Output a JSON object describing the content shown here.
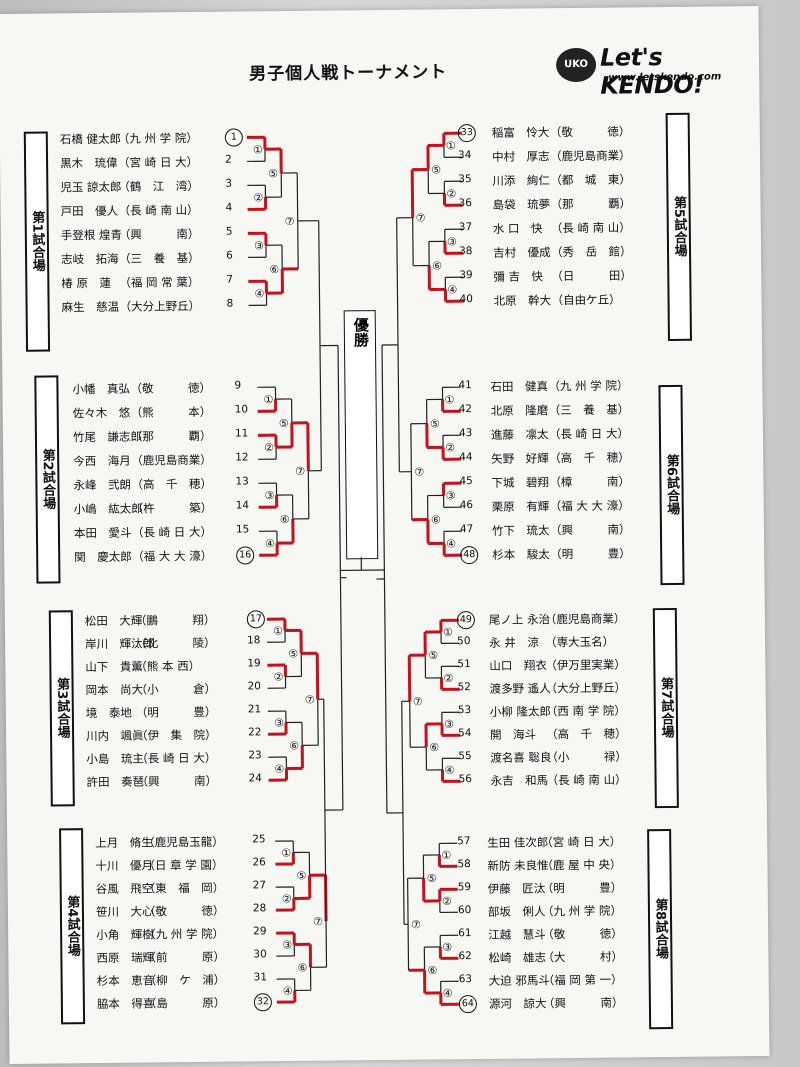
{
  "title": "男子個人戦トーナメント",
  "logo": {
    "badge": "UKO",
    "main": "Let's KENDO!",
    "url": "www.letskendo.com"
  },
  "champion_label": "優勝",
  "courts": [
    {
      "label": "第1試合場"
    },
    {
      "label": "第2試合場"
    },
    {
      "label": "第3試合場"
    },
    {
      "label": "第4試合場"
    },
    {
      "label": "第5試合場"
    },
    {
      "label": "第6試合場"
    },
    {
      "label": "第7試合場"
    },
    {
      "label": "第8試合場"
    }
  ],
  "left_players": [
    {
      "seed": "1",
      "name": "石橋 健太郎",
      "school": "（九 州 学 院）",
      "circled": true
    },
    {
      "seed": "2",
      "name": "黒木　琉偉",
      "school": "（宮 崎 日 大）"
    },
    {
      "seed": "3",
      "name": "児玉 諒太郎",
      "school": "（鶴　江　湾）"
    },
    {
      "seed": "4",
      "name": "戸田　優人",
      "school": "（長 崎 南 山）"
    },
    {
      "seed": "5",
      "name": "手登根 煌青",
      "school": "（興　　　南）"
    },
    {
      "seed": "6",
      "name": "志岐　拓海",
      "school": "（三　養　基）"
    },
    {
      "seed": "7",
      "name": "椿 原　蓮",
      "school": "（福 岡 常 葉）"
    },
    {
      "seed": "8",
      "name": "麻生　慈温",
      "school": "（大分上野丘）"
    },
    {
      "seed": "9",
      "name": "小幡　真弘",
      "school": "（敬　　　徳）"
    },
    {
      "seed": "10",
      "name": "佐々木　悠",
      "school": "（熊　　　本）"
    },
    {
      "seed": "11",
      "name": "竹尾　謙志郎",
      "school": "（那　　　覇）"
    },
    {
      "seed": "12",
      "name": "今西　海月",
      "school": "（鹿児島商業）"
    },
    {
      "seed": "13",
      "name": "永峰　弐朗",
      "school": "（高　千　穂）"
    },
    {
      "seed": "14",
      "name": "小嶋　紘太郎",
      "school": "（杵　　　築）"
    },
    {
      "seed": "15",
      "name": "本田　愛斗",
      "school": "（長 崎 日 大）"
    },
    {
      "seed": "16",
      "name": "関　慶太郎",
      "school": "（福 大 大 濠）",
      "circled": true
    },
    {
      "seed": "17",
      "name": "松田　大輝",
      "school": "（鵬　　　翔）",
      "circled": true
    },
    {
      "seed": "18",
      "name": "岸川　輝汰郎",
      "school": "（北　　　陵）"
    },
    {
      "seed": "19",
      "name": "山下　貴薫",
      "school": "（熊 本 西）"
    },
    {
      "seed": "20",
      "name": "岡本　尚大",
      "school": "（小　　　倉）"
    },
    {
      "seed": "21",
      "name": "境　泰地",
      "school": "（明　　　豊）"
    },
    {
      "seed": "22",
      "name": "川内　颯眞",
      "school": "（伊　集　院）"
    },
    {
      "seed": "23",
      "name": "小島　琉主",
      "school": "（長 崎 日 大）"
    },
    {
      "seed": "24",
      "name": "許田　奏琶",
      "school": "（興　　　南）"
    },
    {
      "seed": "25",
      "name": "上月　脩生",
      "school": "（鹿児島玉龍）"
    },
    {
      "seed": "26",
      "name": "十川　優月",
      "school": "（日 章 学 園）"
    },
    {
      "seed": "27",
      "name": "谷風　飛空",
      "school": "（東　福　岡）"
    },
    {
      "seed": "28",
      "name": "笹川　大心",
      "school": "（敬　　　徳）"
    },
    {
      "seed": "29",
      "name": "小角　輝樹",
      "school": "（九 州 学 院）"
    },
    {
      "seed": "30",
      "name": "西原　瑞輝",
      "school": "（前　　　原）"
    },
    {
      "seed": "31",
      "name": "杉本　恵音",
      "school": "（柳　ケ　浦）"
    },
    {
      "seed": "32",
      "name": "脇本　得喜",
      "school": "（島　　　原）",
      "circled": true
    }
  ],
  "right_players": [
    {
      "seed": "33",
      "name": "稲富　怜大",
      "school": "（敬　　　徳）",
      "circled": true
    },
    {
      "seed": "34",
      "name": "中村　厚志",
      "school": "（鹿児島商業）"
    },
    {
      "seed": "35",
      "name": "川添　絢仁",
      "school": "（都　城　東）"
    },
    {
      "seed": "36",
      "name": "島袋　琉夢",
      "school": "（那　　　覇）"
    },
    {
      "seed": "37",
      "name": "水 口　快",
      "school": "（長 崎 南 山）"
    },
    {
      "seed": "38",
      "name": "吉村　優成",
      "school": "（秀　岳　館）"
    },
    {
      "seed": "39",
      "name": "彌 吉　快",
      "school": "（日　　　田）"
    },
    {
      "seed": "40",
      "name": "北原　幹大",
      "school": "（自由ケ丘）"
    },
    {
      "seed": "41",
      "name": "石田　健真",
      "school": "（九 州 学 院）"
    },
    {
      "seed": "42",
      "name": "北原　隆磨",
      "school": "（三　養　基）"
    },
    {
      "seed": "43",
      "name": "進藤　凛太",
      "school": "（長 崎 日 大）"
    },
    {
      "seed": "44",
      "name": "矢野　好輝",
      "school": "（高　千　穂）"
    },
    {
      "seed": "45",
      "name": "下城　碧翔",
      "school": "（樟　　　南）"
    },
    {
      "seed": "46",
      "name": "栗原　有輝",
      "school": "（福 大 大 濠）"
    },
    {
      "seed": "47",
      "name": "竹下　琉太",
      "school": "（興　　　南）"
    },
    {
      "seed": "48",
      "name": "杉本　駿太",
      "school": "（明　　　豊）",
      "circled": true
    },
    {
      "seed": "49",
      "name": "尾ノ上 永治",
      "school": "（鹿児島商業）",
      "circled": true
    },
    {
      "seed": "50",
      "name": "永 井　涼",
      "school": "（専大玉名）"
    },
    {
      "seed": "51",
      "name": "山口　翔衣",
      "school": "（伊万里実業）"
    },
    {
      "seed": "52",
      "name": "渡多野 遙人",
      "school": "（大分上野丘）"
    },
    {
      "seed": "53",
      "name": "小柳 隆太郎",
      "school": "（西 南 学 院）"
    },
    {
      "seed": "54",
      "name": "開　海斗",
      "school": "（高　千　穂）"
    },
    {
      "seed": "55",
      "name": "渡名喜 聡良",
      "school": "（小　　　禄）"
    },
    {
      "seed": "56",
      "name": "永吉　和馬",
      "school": "（長 崎 南 山）"
    },
    {
      "seed": "57",
      "name": "生田 佳次郎",
      "school": "（宮 崎 日 大）"
    },
    {
      "seed": "58",
      "name": "新防 未良惟",
      "school": "（鹿 屋 中 央）"
    },
    {
      "seed": "59",
      "name": "伊藤　匠汰",
      "school": "（明　　　豊）"
    },
    {
      "seed": "60",
      "name": "部坂　俐人",
      "school": "（九 州 学 院）"
    },
    {
      "seed": "61",
      "name": "江越　慧斗",
      "school": "（敬　　　徳）"
    },
    {
      "seed": "62",
      "name": "松崎　雄志",
      "school": "（大　　　村）"
    },
    {
      "seed": "63",
      "name": "大迫 邪馬斗",
      "school": "（福 岡 第 一）"
    },
    {
      "seed": "64",
      "name": "源河　諒大",
      "school": "（興　　　南）",
      "circled": true
    }
  ],
  "round_labels": {
    "r1": [
      "①",
      "②",
      "③",
      "④"
    ],
    "r2": [
      "⑤",
      "⑥"
    ],
    "r3": [
      "⑦"
    ]
  }
}
